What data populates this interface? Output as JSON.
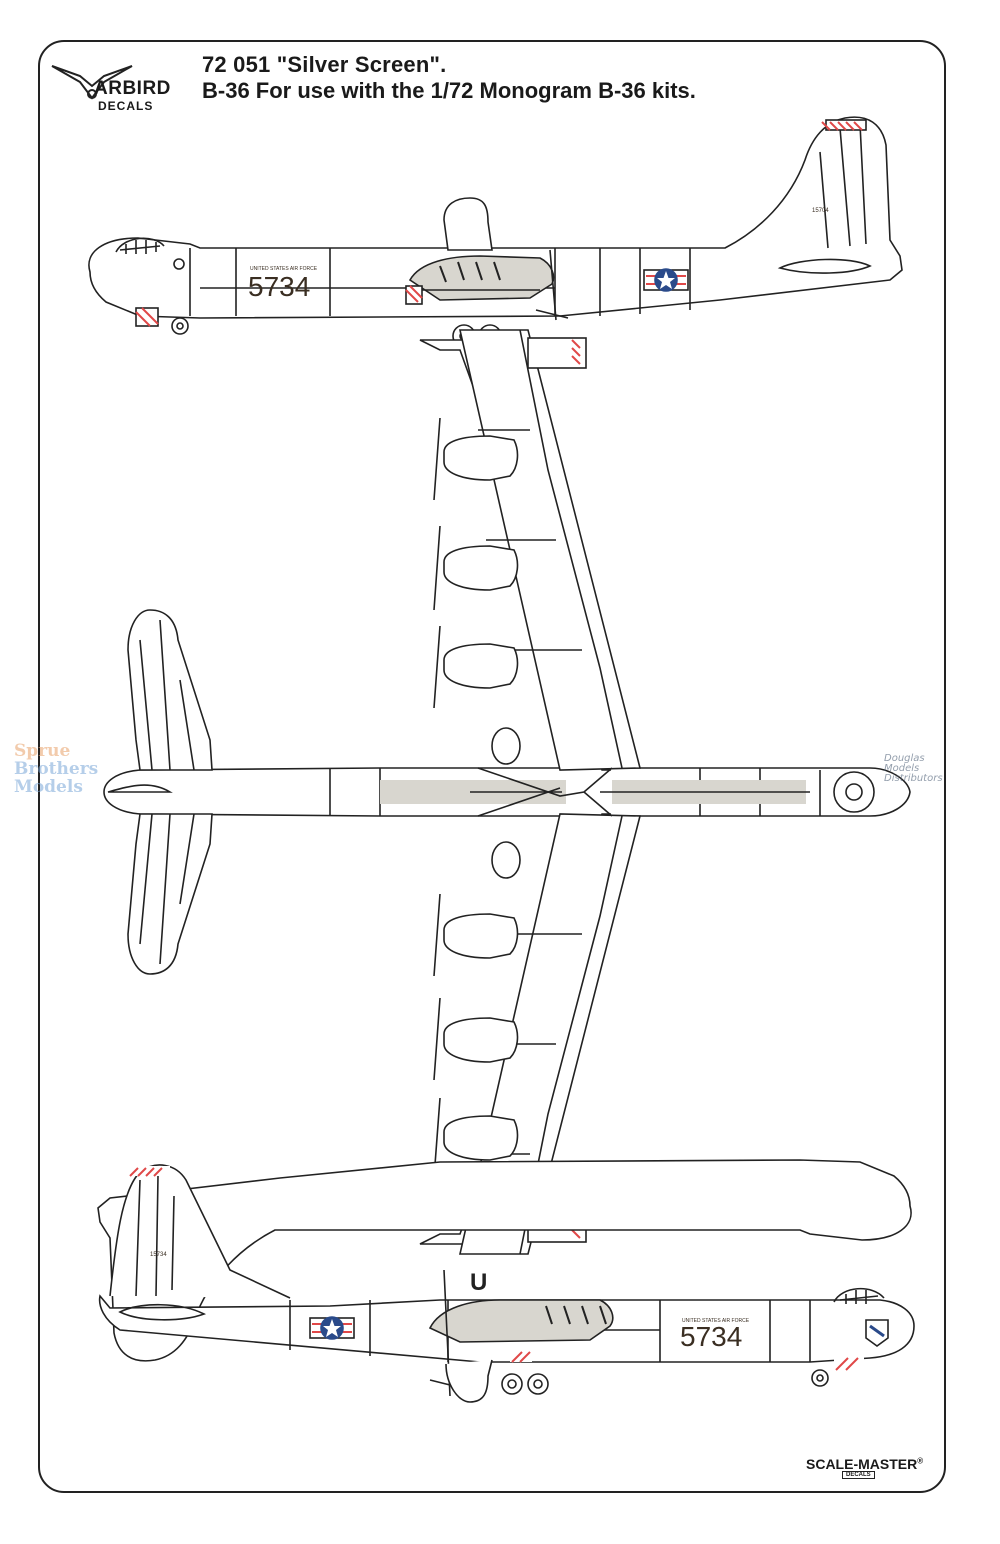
{
  "header": {
    "line1": "72 051  \"Silver Screen\".",
    "line2": "B-36 For use with the 1/72 Monogram B-36 kits."
  },
  "brand": {
    "name": "ARBIRD",
    "sub": "DECALS"
  },
  "aircraft": {
    "serial": "5734",
    "usaf_text": "UNITED STATES AIR FORCE",
    "tail_code_top": "15704",
    "tail_code_bottom": "15734",
    "wing_marking": "U"
  },
  "watermarks": {
    "left": [
      "Sprue",
      "Brothers",
      "Models"
    ],
    "right": [
      "Douglas",
      "Models",
      "Distributors"
    ]
  },
  "footer": {
    "brand": "SCALE-MASTER",
    "reg": "®",
    "sub": "DECALS"
  },
  "colors": {
    "outline": "#222222",
    "panel": "#d8d6cf",
    "stripe": "#e04848",
    "roundel_blue": "#2a4a8a"
  }
}
